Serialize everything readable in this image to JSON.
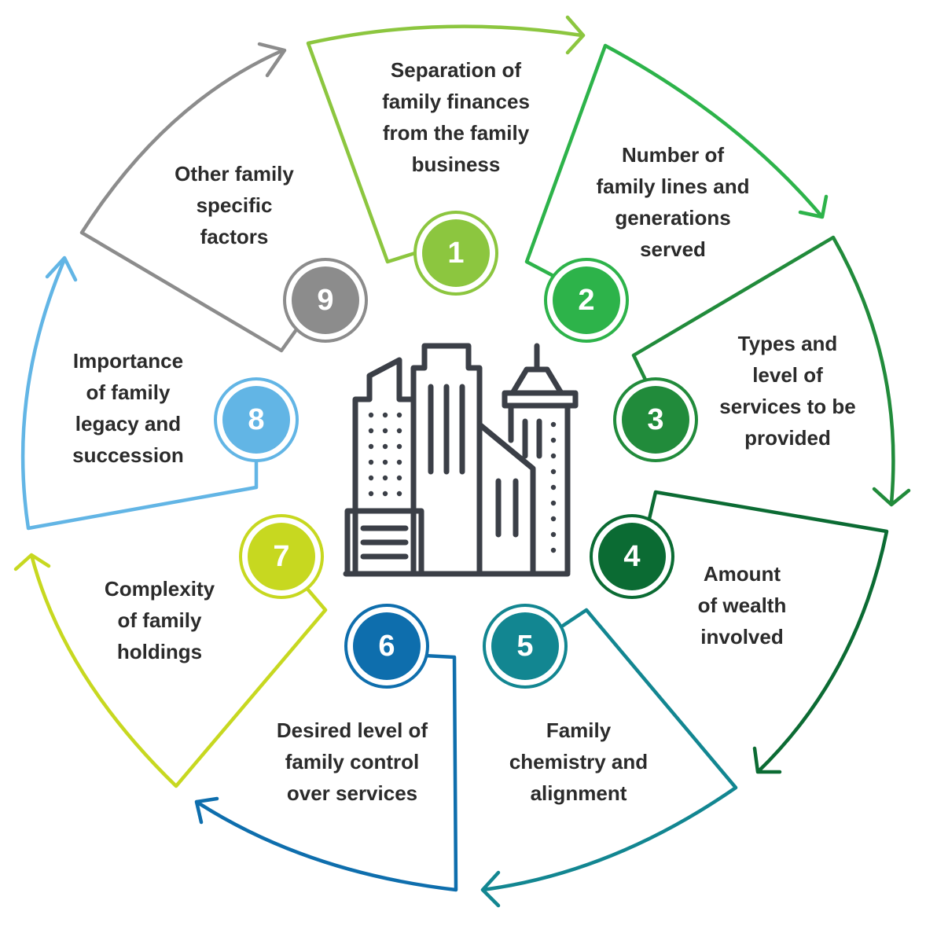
{
  "segments": [
    {
      "number": "1",
      "lines": [
        "Separation of",
        "family finances",
        "from the family",
        "business"
      ],
      "color": "#8cc63f"
    },
    {
      "number": "2",
      "lines": [
        "Number of",
        "family lines and",
        "generations",
        "served"
      ],
      "color": "#2db34a"
    },
    {
      "number": "3",
      "lines": [
        "Types and",
        "level of",
        "services to be",
        "provided"
      ],
      "color": "#218b3b"
    },
    {
      "number": "4",
      "lines": [
        "Amount",
        "of wealth",
        "involved"
      ],
      "color": "#0b6b33"
    },
    {
      "number": "5",
      "lines": [
        "Family",
        "chemistry and",
        "alignment"
      ],
      "color": "#128691"
    },
    {
      "number": "6",
      "lines": [
        "Desired level of",
        "family control",
        "over services"
      ],
      "color": "#0e6ead"
    },
    {
      "number": "7",
      "lines": [
        "Complexity",
        "of family",
        "holdings"
      ],
      "color": "#c7d820"
    },
    {
      "number": "8",
      "lines": [
        "Importance",
        "of family",
        "legacy and",
        "succession"
      ],
      "color": "#62b5e5"
    },
    {
      "number": "9",
      "lines": [
        "Other family",
        "specific",
        "factors"
      ],
      "color": "#8c8c8c"
    }
  ],
  "center_icon": "city-buildings-icon"
}
